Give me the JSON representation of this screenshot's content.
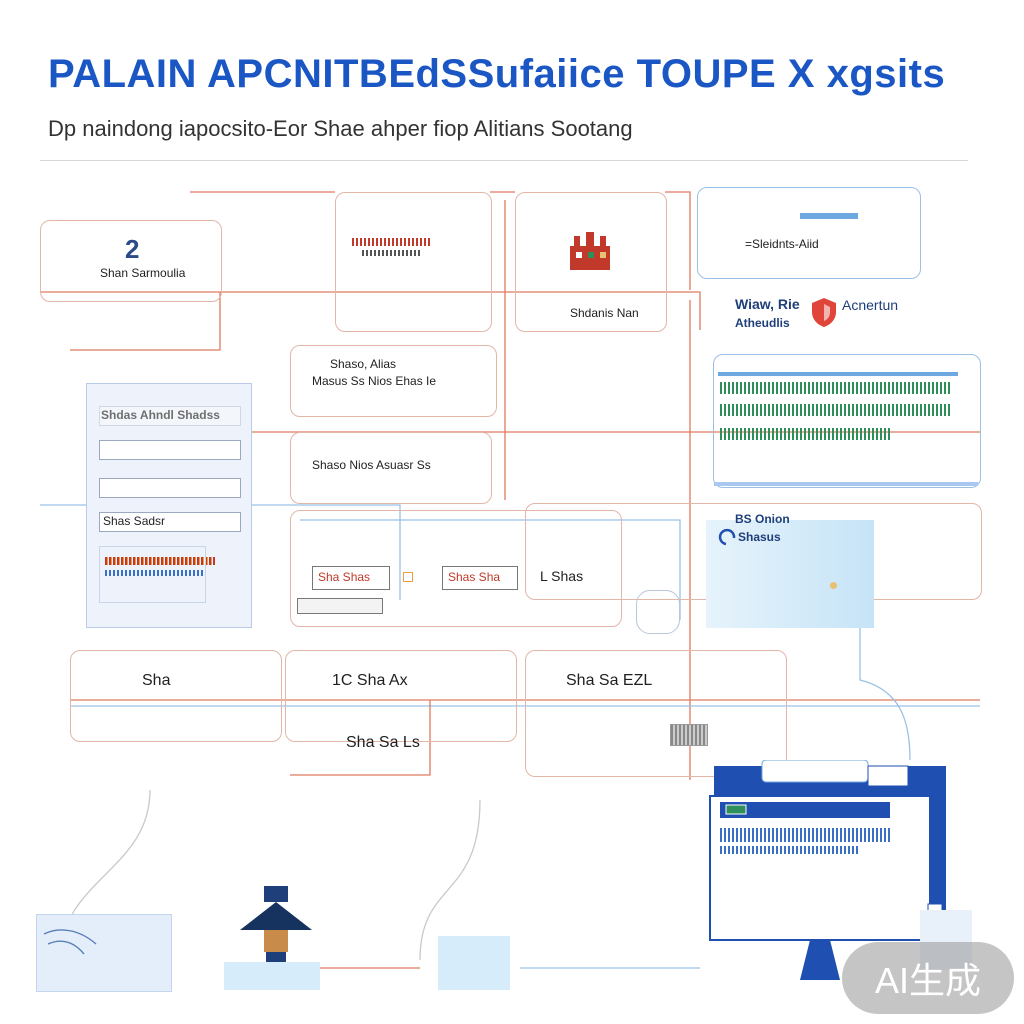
{
  "header": {
    "title": "PALAIN APCNITBEdSSufaiice TOUPE X xgsits",
    "subtitle": "Dp naindong iapocsito-Eor Shae ahper fiop Alitians Sootang"
  },
  "nodes": {
    "left_number": "2",
    "left_caption": "Shan Sarmoulia",
    "top_center_label": "",
    "top_right_label": "Shdanis Nan",
    "top_right_box": "=Sleidnts-Aiid",
    "alert_title": "Wiaw, Rie",
    "alert_subtitle": "Atheudlis",
    "alert_side": "Acnertun",
    "mid_text_1": "Shaso, Alias",
    "mid_text_2": "Masus Ss Nios Ehas Ie",
    "mid_text_3": "Shaso Nios Asuasr Ss",
    "panel_header": "Shdas Ahndl Shadss",
    "panel_small": "Shas Sadsr",
    "small_box_1": "Sha Shas",
    "small_box_2": "Shas Sha",
    "small_box_3": "L Shas",
    "cyan_title": "BS Onion",
    "cyan_sub": "Shasus",
    "lower_1": "Sha",
    "lower_2": "1C Sha Ax",
    "lower_3": "Sha Sa EZL",
    "lower_4": "Sha Sa Ls",
    "watermark": "AI生成"
  },
  "colors": {
    "title_blue": "#1a56c4",
    "wire_red": "#e07a5f",
    "wire_blue": "#6ea8e0",
    "panel_blue": "#1f4fb0",
    "bar_green": "#2f8f5a",
    "alert_red": "#e0453a"
  },
  "icons": [
    "building-icon",
    "shield-icon",
    "desktop-monitor-icon",
    "server-stack-icon",
    "lamp-icon",
    "cloud-icon"
  ]
}
